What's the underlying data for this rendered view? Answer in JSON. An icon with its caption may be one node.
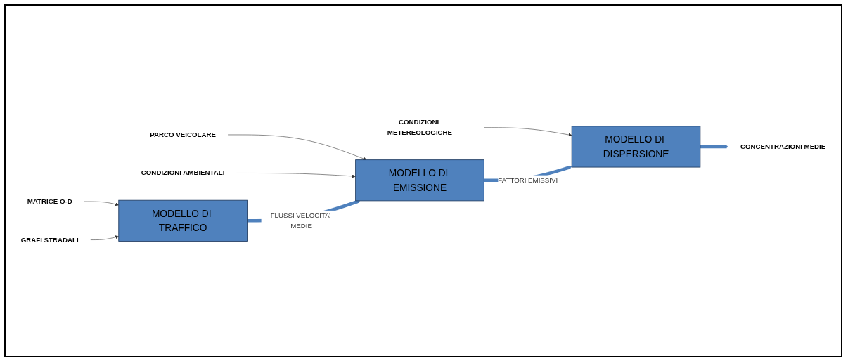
{
  "diagram": {
    "nodes": [
      {
        "text": [
          "MATRICE  O-D"
        ]
      },
      {
        "text": [
          "PARCO VEICOLARE"
        ]
      },
      {
        "text": [
          "CONDIZIONI METEREOLOGICHE"
        ]
      },
      {
        "text": [
          "MODELLO DI TRAFFICO"
        ]
      },
      {
        "text": [
          "MODELLO DI EMISSIONE"
        ]
      },
      {
        "text": [
          "MODELLO DI DISPERSIONE"
        ]
      },
      {
        "text": [
          "GRAFI STRADALI"
        ]
      },
      {
        "text": [
          "CONDIZIONI AMBIENTALI"
        ]
      },
      {
        "text": [
          "CONCENTRAZIONI MEDIE"
        ]
      }
    ],
    "edges": [
      {
        "from": 0,
        "to": 3,
        "arrow": "to"
      },
      {
        "from": 6,
        "to": 3,
        "arrow": "to"
      },
      {
        "from": 1,
        "to": 4,
        "arrow": "to"
      },
      {
        "from": 7,
        "to": 4,
        "arrow": "to"
      },
      {
        "from": 2,
        "to": 5,
        "arrow": "to"
      },
      {
        "from": 3,
        "to": 4,
        "arrow": "to",
        "label": "FLUSSI VELOCITA’ MEDIE",
        "style": "thick",
        "color": "#4f81bd"
      },
      {
        "from": 4,
        "to": 5,
        "arrow": "to",
        "label": "FATTORI EMISSIVI",
        "style": "thick",
        "color": "#4f81bd"
      },
      {
        "from": 5,
        "to": 8,
        "arrow": "to",
        "style": "thick",
        "color": "#4f81bd"
      }
    ]
  }
}
